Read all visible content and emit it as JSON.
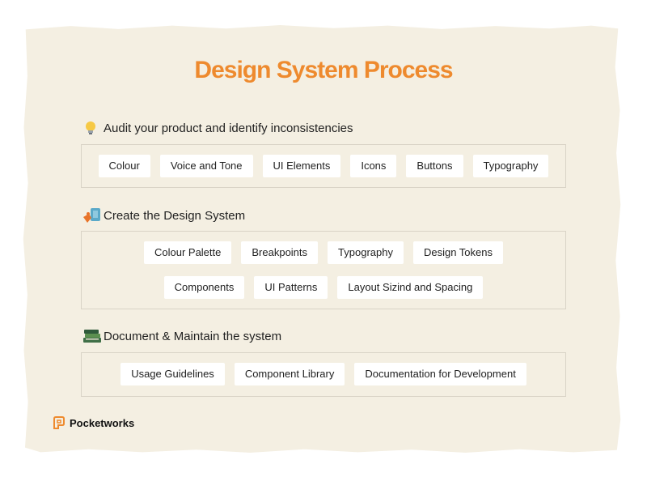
{
  "title": "Design System Process",
  "sections": [
    {
      "heading": "Audit your product and identify inconsistencies",
      "icon": "lightbulb-icon",
      "rows": [
        [
          "Colour",
          "Voice and Tone",
          "UI Elements",
          "Icons",
          "Buttons",
          "Typography"
        ]
      ]
    },
    {
      "heading": "Create the Design System",
      "icon": "puzzle-icon",
      "rows": [
        [
          "Colour Palette",
          "Breakpoints",
          "Typography",
          "Design Tokens"
        ],
        [
          "Components",
          "UI Patterns",
          "Layout Sizind and Spacing"
        ]
      ]
    },
    {
      "heading": "Document & Maintain the system",
      "icon": "books-icon",
      "rows": [
        [
          "Usage Guidelines",
          "Component Library",
          "Documentation for Development"
        ]
      ]
    }
  ],
  "brand": {
    "name": "Pocketworks",
    "icon": "pocketworks-logo-icon",
    "color": "#ee8a2e"
  },
  "colors": {
    "accent": "#ee8a2e",
    "paper": "#f4efe2",
    "chip": "#ffffff"
  }
}
